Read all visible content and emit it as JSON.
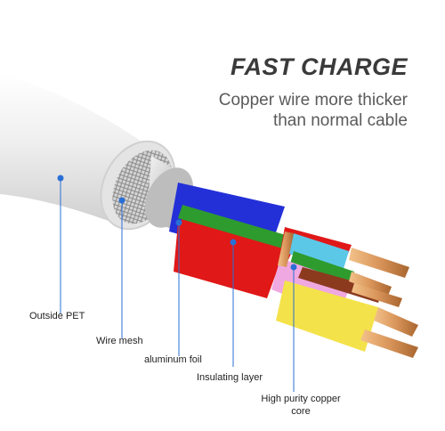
{
  "header": {
    "title": "FAST CHARGE",
    "subtitle_line1": "Copper wire more thicker",
    "subtitle_line2": "than normal cable"
  },
  "labels": {
    "outside_pet": "Outside PET",
    "wire_mesh": "Wire mesh",
    "aluminum_foil": "aluminum foil",
    "insulating_layer": "Insulating layer",
    "copper_core_line1": "High purity copper",
    "copper_core_line2": "core"
  },
  "colors": {
    "jacket": "#eeeeee",
    "accent_line": "#2a6fd6",
    "blue_wire": "#2330d8",
    "red_wire": "#e01818",
    "green_wire": "#2e9b2e",
    "cyan_wire": "#5cc8e8",
    "pink_wire": "#f0a8e0",
    "yellow_wire": "#f4e24a",
    "copper": "#d9955a"
  }
}
